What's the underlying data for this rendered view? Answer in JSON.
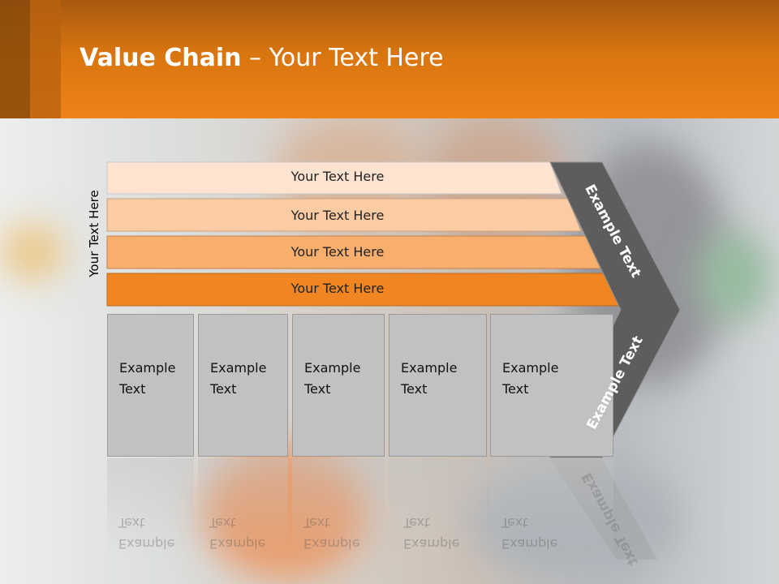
{
  "title": {
    "bold": "Value Chain",
    "rest": " – Your Text Here"
  },
  "side_label": "Your Text Here",
  "bars": [
    {
      "label": "Your Text Here",
      "color": "#fde3d0"
    },
    {
      "label": "Your Text Here",
      "color": "#fbcba4"
    },
    {
      "label": "Your Text Here",
      "color": "#f8ae6d"
    },
    {
      "label": "Your Text Here",
      "color": "#f08522"
    }
  ],
  "boxes": [
    {
      "line1": "Example",
      "line2": "Text"
    },
    {
      "line1": "Example",
      "line2": "Text"
    },
    {
      "line1": "Example",
      "line2": "Text"
    },
    {
      "line1": "Example",
      "line2": "Text"
    },
    {
      "line1": "Example",
      "line2": "Text"
    }
  ],
  "arrow": {
    "upper_label": "Example Text",
    "lower_label": "Example Text",
    "color": "#5d5d5d"
  }
}
